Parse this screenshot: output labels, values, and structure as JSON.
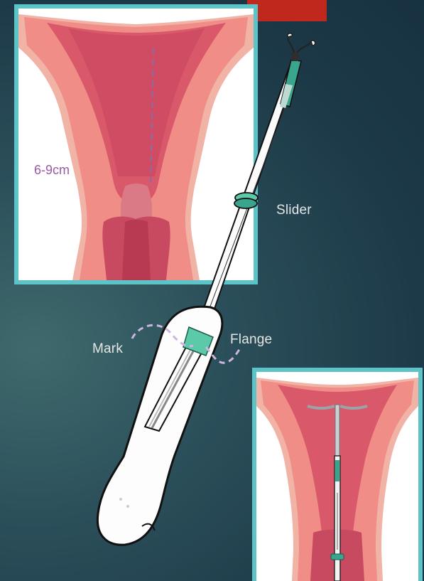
{
  "labels": {
    "measurement": "6-9cm",
    "slider": "Slider",
    "mark": "Mark",
    "flange": "Flange"
  },
  "colors": {
    "panel_border": "#5cc3c6",
    "banner": "#c0281d",
    "measure_text": "#9a5aa6",
    "dashed_line": "#8d6aa6",
    "device_green": "#3aa58d",
    "flange_green": "#5cc9a8",
    "mark_dash": "#cdb6e0"
  },
  "icons": [
    "uterus-diagram-icon",
    "iud-inserter-icon",
    "iud-device-icon"
  ]
}
